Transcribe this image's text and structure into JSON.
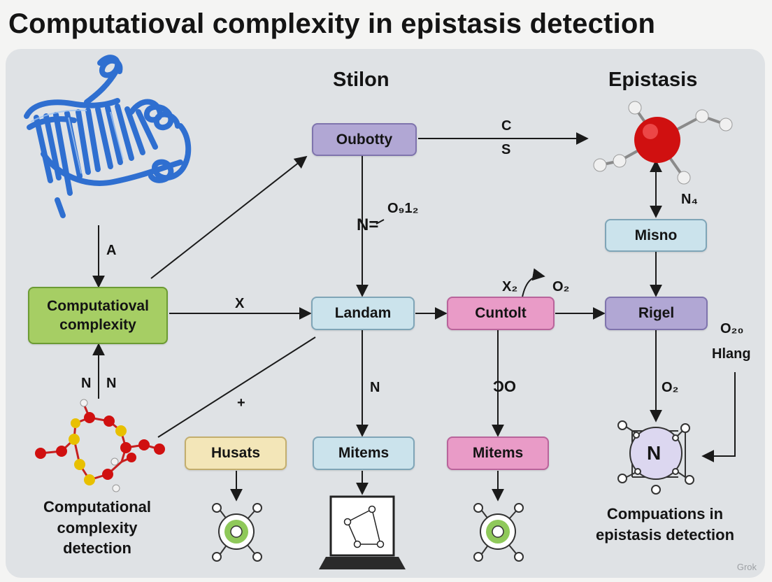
{
  "title": "Computatioval complexity in epistasis detection",
  "headings": {
    "stilon": "Stilon",
    "epistasis": "Epistasis"
  },
  "boxes": {
    "oubotty": "Oubotty",
    "computational": "Computatioval complexity",
    "landam": "Landam",
    "cuntolt": "Cuntolt",
    "rigel": "Rigel",
    "misno": "Misno",
    "husats": "Husats",
    "mitems1": "Mitems",
    "mitems2": "Mitems"
  },
  "labels": {
    "a": "A",
    "x": "X",
    "c": "C",
    "s": "S",
    "n_o": "N=",
    "o112": "O₉1₂",
    "n4": "N₄",
    "x2": "X₂",
    "o2_top": "O₂",
    "o20": "O₂₀",
    "hlang": "Hlang",
    "nn_left": "N",
    "nn_right": "N",
    "plus": "+",
    "n_mid": "N",
    "oo": "ƆO",
    "o2_right": "O₂",
    "n_circle": "N"
  },
  "captions": {
    "left": "Computational complexity detection",
    "right": "Compuations in epistasis detection"
  },
  "watermark": "Grok",
  "colors": {
    "arrow": "#1a1a1a",
    "protein": "#2f6fd0",
    "oxygen_atom": "#d01010",
    "sulfur_atom": "#e8c000",
    "purple_box": "#b1a7d4",
    "blue_box": "#cbe3ec",
    "pink_box": "#e99bc7",
    "green_box": "#a6ce64",
    "yellow_box": "#f3e6b8",
    "icon_green": "#8fc95a",
    "lavender_circle": "#dcd7f0"
  }
}
